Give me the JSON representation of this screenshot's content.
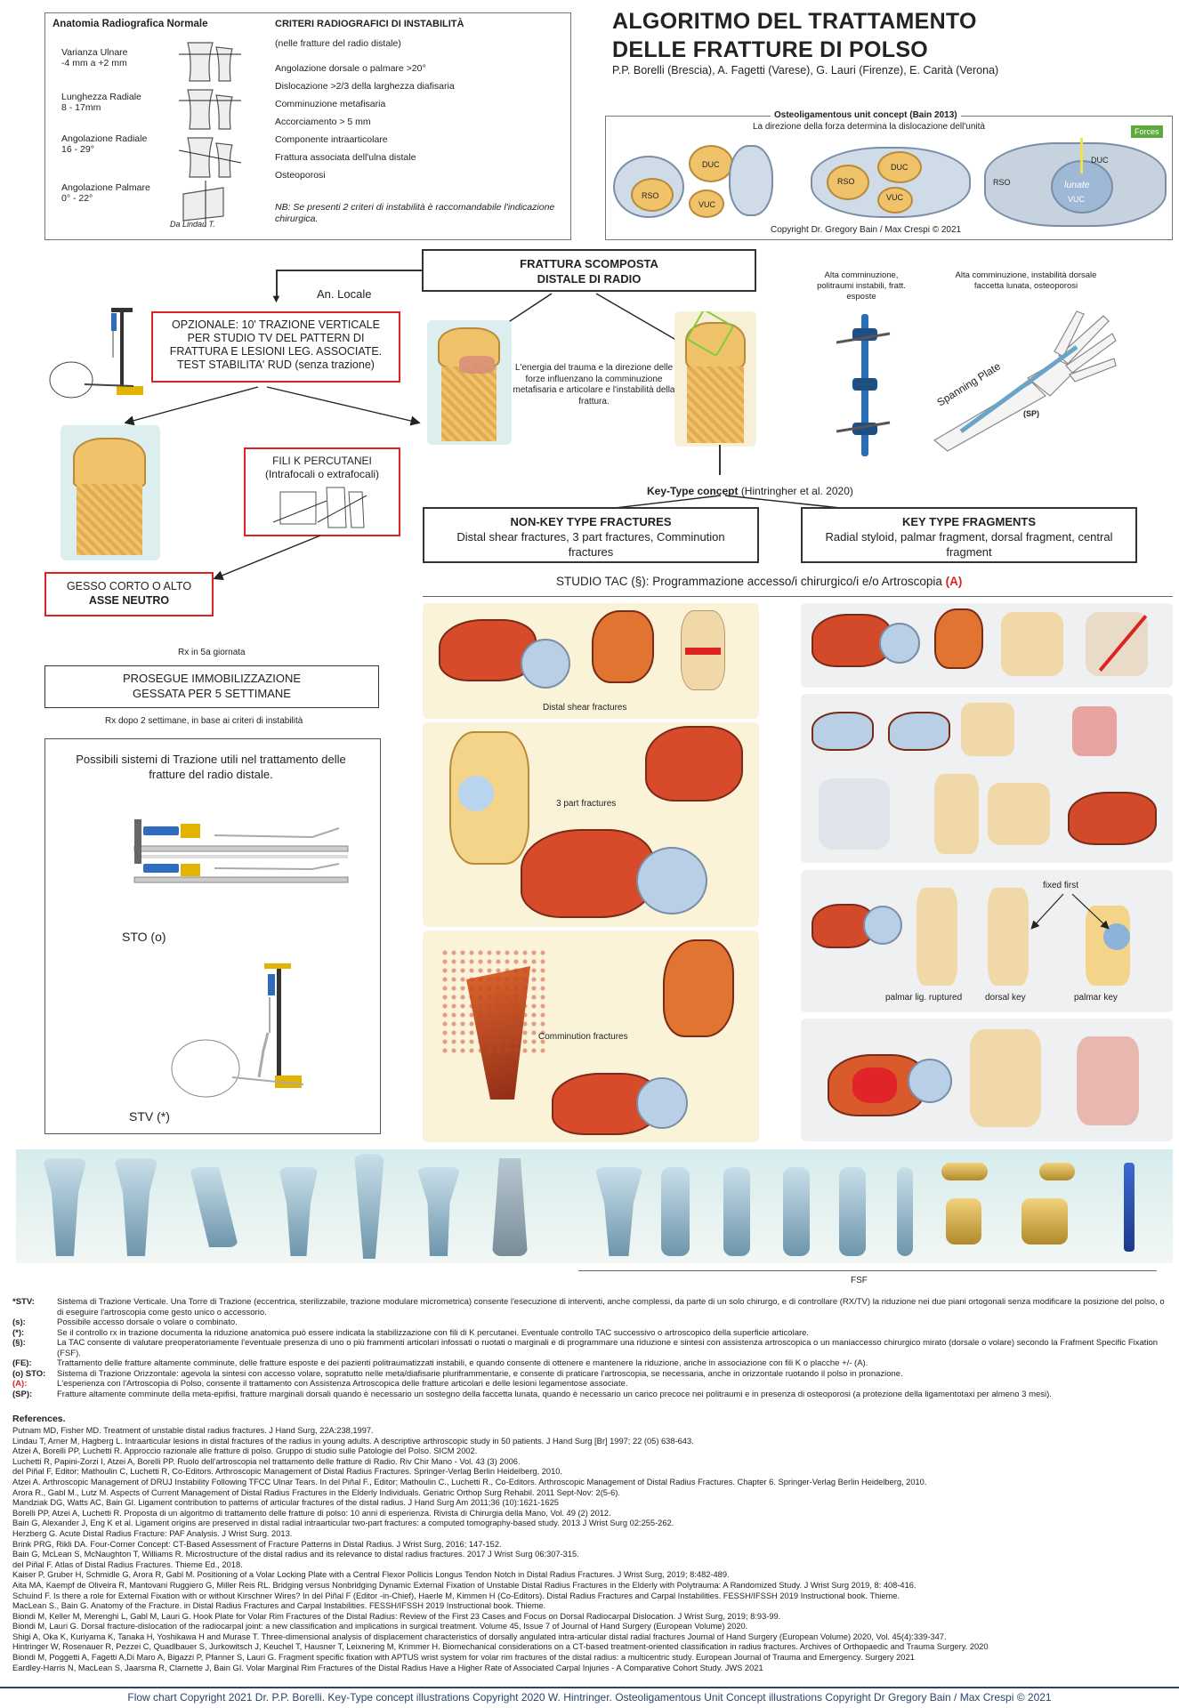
{
  "anatomy": {
    "title": "Anatomia Radiografica Normale",
    "items": [
      {
        "name": "Varianza Ulnare",
        "value": "-4 mm a +2 mm"
      },
      {
        "name": "Lunghezza Radiale",
        "value": "8 - 17mm"
      },
      {
        "name": "Angolazione Radiale",
        "value": "16 - 29°"
      },
      {
        "name": "Angolazione Palmare",
        "value": "0° - 22°"
      }
    ],
    "credit": "Da Lindau T."
  },
  "criteria": {
    "title": "CRITERI RADIOGRAFICI DI INSTABILITÀ",
    "subtitle": "(nelle fratture del radio distale)",
    "items": [
      "Angolazione dorsale o palmare >20°",
      "Dislocazione >2/3 della larghezza diafisaria",
      "Comminuzione metafisaria",
      "Accorciamento > 5 mm",
      "Componente intraarticolare",
      "Frattura associata dell'ulna distale",
      "Osteoporosi"
    ],
    "note": "NB: Se presenti 2 criteri di instabilità è raccomandabile l'indicazione chirurgica."
  },
  "header": {
    "title_line1": "ALGORITMO DEL TRATTAMENTO",
    "title_line2": "DELLE FRATTURE DI POLSO",
    "authors": "P.P. Borelli (Brescia), A. Fagetti (Varese), G. Lauri (Firenze), E. Carità (Verona)"
  },
  "osteo": {
    "title": "Osteoligamentous unit concept (Bain 2013)",
    "subtitle": "La direzione della forza determina la dislocazione dell'unità",
    "forces": "Forces",
    "labels": [
      "DUC",
      "RSO",
      "VUC",
      "lunate"
    ],
    "copyright": "Copyright Dr. Gregory Bain / Max Crespi © 2021"
  },
  "flow": {
    "main": "FRATTURA SCOMPOSTA\nDISTALE DI RADIO",
    "an_locale": "An. Locale",
    "optional": "OPZIONALE: 10' TRAZIONE VERTICALE PER STUDIO TV DEL PATTERN DI FRATTURA E LESIONI LEG. ASSOCIATE. TEST STABILITA' RUD (senza trazione)",
    "energy": "L'energia del trauma e la direzione delle forze influenzano la comminuzione metafisaria e articolare e l'instabilità della frattura.",
    "fili_title": "FILI K PERCUTANEI",
    "fili_sub": "(Intrafocali o extrafocali)",
    "gesso_line1": "GESSO CORTO O ALTO",
    "gesso_line2": "ASSE NEUTRO",
    "rx5": "Rx in 5a giornata",
    "prosegue": "PROSEGUE IMMOBILIZZAZIONE GESSATA PER 5 SETTIMANE",
    "rx2": "Rx dopo 2 settimane, in base ai criteri di instabilità",
    "traction_title": "Possibili sistemi di Trazione utili nel trattamento delle fratture del radio distale.",
    "sto": "STO (o)",
    "stv": "STV (*)",
    "alta1": "Alta comminuzione, politraumi instabili, fratt. esposte",
    "alta2": "Alta comminuzione, instabilità dorsale faccetta lunata, osteoporosi",
    "spanning": "Spanning Plate",
    "sp": "(SP)",
    "keytype": "Key-Type concept",
    "keytype_ref": "(Hintringher et al. 2020)",
    "nonkey_title": "NON-KEY TYPE FRACTURES",
    "nonkey_body": "Distal shear fractures, 3 part fractures, Comminution fractures",
    "key_title": "KEY TYPE FRAGMENTS",
    "key_body": "Radial styloid, palmar fragment, dorsal fragment, central fragment",
    "tac": "STUDIO TAC (§): Programmazione accesso/i chirurgico/i e/o Artroscopia",
    "tac_a": "(A)",
    "dsf": "Distal shear fractures",
    "tpf": "3 part fractures",
    "cf": "Comminution fractures",
    "fixed_first": "fixed first",
    "palmar_lig": "palmar lig. ruptured",
    "dorsal_key": "dorsal key",
    "palmar_key": "palmar key",
    "fsf": "FSF"
  },
  "footnotes": [
    {
      "key": "*STV:",
      "text": "Sistema di Trazione Verticale. Una Torre di Trazione (eccentrica, sterilizzabile, trazione modulare micrometrica) consente l'esecuzione di interventi, anche complessi, da parte di un solo chirurgo, e di controllare (RX/TV) la riduzione nei due piani ortogonali senza modificare la posizione del polso, o di eseguire l'artroscopia come gesto unico o accessorio."
    },
    {
      "key": "(s):",
      "text": "Possibile accesso dorsale o volare o combinato."
    },
    {
      "key": "(*):",
      "text": "Se il controllo rx in trazione documenta la riduzione anatomica può essere indicata la stabilizzazione con fili di K percutanei. Eventuale controllo TAC successivo o artroscopico della superficie articolare."
    },
    {
      "key": "(§):",
      "text": "La TAC consente di valutare preoperatoriamente l'eventuale presenza di uno o più frammenti articolari infossati o ruotati o marginali e di programmare una riduzione e sintesi con assistenza artroscopica o un maniaccesso chirurgico mirato (dorsale o volare) secondo la Frafment Specific Fixation (FSF)."
    },
    {
      "key": "(FE):",
      "text": "Trattamento delle fratture altamente comminute, delle fratture esposte e dei pazienti politraumatizzati instabili, e quando consente di ottenere e mantenere la riduzione, anche in associazione con fili K o placche +/- (A)."
    },
    {
      "key": "(o) STO:",
      "text": "Sistema di Trazione Orizzontale: agevola la sintesi con accesso volare, sopratutto nelle meta/diafisarie pluriframmentarie, e consente di praticare l'artroscopia, se necessaria, anche in orizzontale ruotando il polso in pronazione."
    },
    {
      "key": "(A):",
      "text": "L'esperienza con l'Artroscopia di Polso, consente il trattamento con Assistenza Artroscopica delle fratture articolari e delle lesioni legamentose associate."
    },
    {
      "key": "(SP):",
      "text": "Fratture altamente comminute della meta-epifisi, fratture marginali dorsali quando è necessario un sostegno della faccetta lunata, quando è necessario un carico precoce nei politraumi e in presenza di osteoporosi (a protezione della ligamentotaxi per almeno 3 mesi)."
    }
  ],
  "references": {
    "title": "References.",
    "items": [
      "Putnam MD, Fisher MD. Treatment of unstable distal radius fractures. J Hand Surg, 22A:238,1997.",
      "Lindau T, Arner M, Hagberg L. Intraarticular lesions in distal fractures of the radius in young adults. A descriptive arthroscopic study in 50 patients. J Hand Surg [Br] 1997; 22 (05) 638-643.",
      "Atzei A, Borelli PP, Luchetti R. Approccio razionale alle fratture di polso. Gruppo di studio sulle Patologie del Polso. SICM 2002.",
      "Luchetti R, Papini-Zorzi I, Atzei A, Borelli PP. Ruolo dell'artroscopia nel trattamento delle fratture di Radio. Riv Chir Mano - Vol. 43 (3) 2006.",
      "del Piñal F, Editor; Mathoulin C, Luchetti R, Co-Editors. Arthroscopic Management of Distal Radius Fractures. Springer-Verlag Berlin Heidelberg, 2010.",
      "Atzei A. Arthroscopic Management of DRUJ Instability Following TFCC Ulnar Tears. In del Piñal F., Editor; Mathoulin C., Luchetti R., Co-Editors. Arthroscopic Management of Distal Radius Fractures. Chapter 6. Springer-Verlag Berlin Heidelberg, 2010.",
      "Arora R., Gabl M., Lutz M. Aspects of Current Management of Distal Radius Fractures in the Elderly Individuals. Geriatric Orthop Surg Rehabil. 2011 Sept-Nov: 2(5-6).",
      "Mandziak DG, Watts AC, Bain GI. Ligament contribution to patterns of articular fractures of the distal radius. J Hand Surg Am 2011;36 (10):1621-1625",
      "Borelli PP, Atzei A, Luchetti R. Proposta di un algoritmo di trattamento delle fratture di polso: 10 anni di esperienza. Rivista di Chirurgia della Mano, Vol. 49 (2) 2012.",
      "Bain G, Alexander J, Eng K et al. Ligament origins are preserved in distal radial intraarticular two-part fractures: a computed tomography-based study. 2013 J Wrist Surg 02:255-262.",
      "Herzberg G. Acute Distal Radius Fracture: PAF Analysis. J Wrist Surg. 2013.",
      "Brink PRG, Rikli DA. Four-Corner Concept: CT-Based Assessment of Fracture Patterns in Distal Radius. J Wrist Surg, 2016; 147-152.",
      "Bain G, McLean S, McNaughton T, Williams R. Microstructure of the distal radius and its relevance to distal radius fractures. 2017 J Wrist Surg 06:307-315.",
      "del Piñal F. Atlas of Distal Radius Fractures. Thieme Ed., 2018.",
      "Kaiser P, Gruber H, Schmidle G, Arora R, Gabl M. Positioning of a Volar Locking Plate with a Central Flexor Pollicis Longus Tendon Notch in Distal Radius Fractures. J Wrist Surg, 2019; 8:482-489.",
      "Aita MA, Kaempf de Oliveira R, Mantovani Ruggiero G, Miller Reis RL. Bridging versus Nonbridging Dynamic External Fixation of Unstable Distal Radius Fractures in the Elderly with Polytrauma: A Randomized Study. J Wrist Surg 2019, 8: 408-416.",
      "Schuind F. Is there a role for External Fixation with or without Kirschner Wires? In del Piñal F (Editor -in-Chief), Haerle M, Kimmen H (Co-Editors). Distal Radius Fractures and Carpal Instabilities. FESSH/IFSSH 2019 Instructional book. Thieme.",
      "MacLean S., Bain G. Anatomy of the Fracture. in Distal Radius Fractures and Carpal Instabilities. FESSH/IFSSH 2019 Instructional book. Thieme.",
      "Biondi M, Keller M, Merenghi L, Gabl M, Lauri G. Hook Plate for Volar Rim Fractures of the Distal Radius: Review of the First 23 Cases and Focus on Dorsal Radiocarpal Dislocation. J Wrist Surg, 2019; 8:93-99.",
      "Biondi M, Lauri G. Dorsal fracture-dislocation of the radiocarpal joint: a new classification and implications in surgical treatment. Volume 45, Issue 7 of Journal of Hand Surgery (European Volume) 2020.",
      "Shigi A, Oka K, Kuriyama K, Tanaka H, Yoshikawa H and Murase T. Three-dimensional analysis of displacement characteristics of dorsally angulated intra-articular distal radial fractures Journal of Hand Surgery (European Volume) 2020, Vol. 45(4):339-347.",
      "Hintringer W, Rosenauer R, Pezzei C, Quadlbauer S, Jurkowitsch J, Keuchel T, Hausner T, Leixnering M, Krimmer H. Biomechanical considerations on a CT-based treatment-oriented classification in radius fractures. Archives of Orthopaedic and Trauma Surgery. 2020",
      "Biondi M, Poggetti A, Fagetti A,Di Maro A, Bigazzi P, Pfanner S, Lauri G. Fragment specific fixation with APTUS wrist system for volar rim fractures of the distal radius: a multicentric study. European Journal of Trauma and Emergency. Surgery 2021",
      "Eardley-Harris N, MacLean S, Jaarsma R, Clarnette J, Bain GI. Volar Marginal Rim Fractures of the Distal Radius Have a Higher Rate of Associated Carpal Injuries - A Comparative Cohort Study. JWS 2021"
    ]
  },
  "footer": "Flow chart Copyright 2021 Dr. P.P. Borelli. Key-Type concept illustrations Copyright 2020 W. Hintringer. Osteoligamentous Unit Concept illustrations Copyright Dr Gregory Bain / Max Crespi © 2021"
}
